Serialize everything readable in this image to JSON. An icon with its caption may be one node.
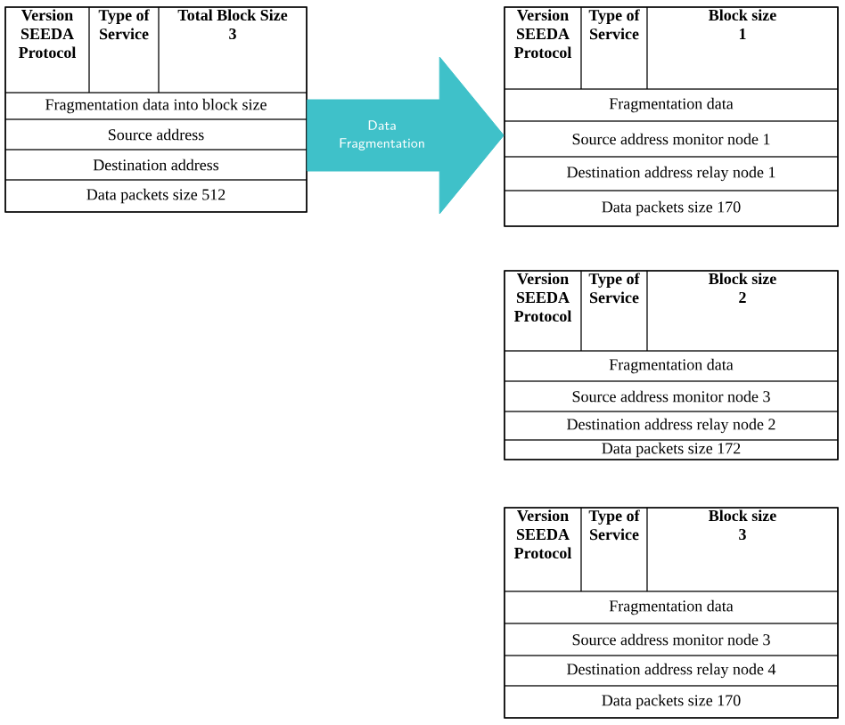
{
  "diagram": {
    "nodes": [
      {
        "text": [
          "Version SEEDA Protocol",
          "Type of Service",
          "Total Block Size 3",
          "Fragmentation data into block size",
          "Source address",
          "Destination address",
          "Data packets size 512"
        ]
      },
      {
        "text": [
          "Version SEEDA Protocol",
          "Type of Service",
          "Block size 1",
          "Fragmentation data",
          "Source address  monitor node 1",
          "Destination address relay node 1",
          "Data packets size 170"
        ]
      },
      {
        "text": [
          "Version SEEDA Protocol",
          "Type of Service",
          "Block size 2",
          "Fragmentation data",
          "Source address monitor node 3",
          "Destination address relay node 2",
          "Data packets size 172"
        ]
      },
      {
        "text": [
          "Version SEEDA Protocol",
          "Type of Service",
          "Block size 3",
          "Fragmentation data",
          "Source address monitor node 3",
          "Destination address relay node 4",
          "Data packets size 170"
        ]
      }
    ],
    "edges": [
      {
        "from": 0,
        "to": 1,
        "arrow": "to",
        "label": "Data Fragmentation",
        "style": "thick"
      }
    ]
  }
}
